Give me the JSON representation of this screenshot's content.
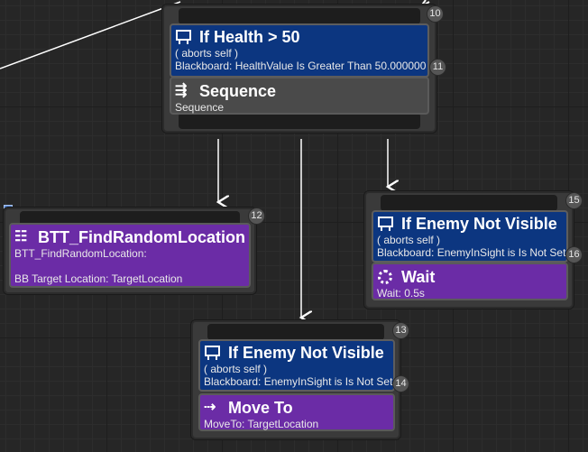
{
  "nodes": {
    "root": {
      "badge_top": "10",
      "decorator": {
        "title": "If Health > 50",
        "aborts": "( aborts self )",
        "blackboard": "Blackboard: HealthValue Is Greater Than 50.000000",
        "badge": "11"
      },
      "composite": {
        "title": "Sequence",
        "subtitle": "Sequence"
      }
    },
    "find_random": {
      "badge": "12",
      "task": {
        "title": "BTT_FindRandomLocation",
        "line1": "BTT_FindRandomLocation:",
        "line2": "BB Target Location: TargetLocation"
      }
    },
    "wait_branch": {
      "badge_top": "15",
      "decorator": {
        "title": "If Enemy Not Visible",
        "aborts": "( aborts self )",
        "blackboard": "Blackboard: EnemyInSight is Is Not Set",
        "badge": "16"
      },
      "task": {
        "title": "Wait",
        "subtitle": "Wait: 0.5s"
      }
    },
    "move_branch": {
      "badge_top": "13",
      "decorator": {
        "title": "If Enemy Not Visible",
        "aborts": "( aborts self )",
        "blackboard": "Blackboard: EnemyInSight is Is Not Set",
        "badge": "14"
      },
      "task": {
        "title": "Move To",
        "subtitle": "MoveTo: TargetLocation"
      }
    }
  },
  "icons": {
    "decorator": "blackboard-icon",
    "sequence": "sequence-icon",
    "task": "task-icon",
    "wait": "wait-icon",
    "move": "move-to-icon"
  },
  "colors": {
    "decorator_bg": "#0c3680",
    "task_bg": "#6b2ca6",
    "node_bg": "#3a3a3a",
    "canvas_bg": "#262626"
  }
}
